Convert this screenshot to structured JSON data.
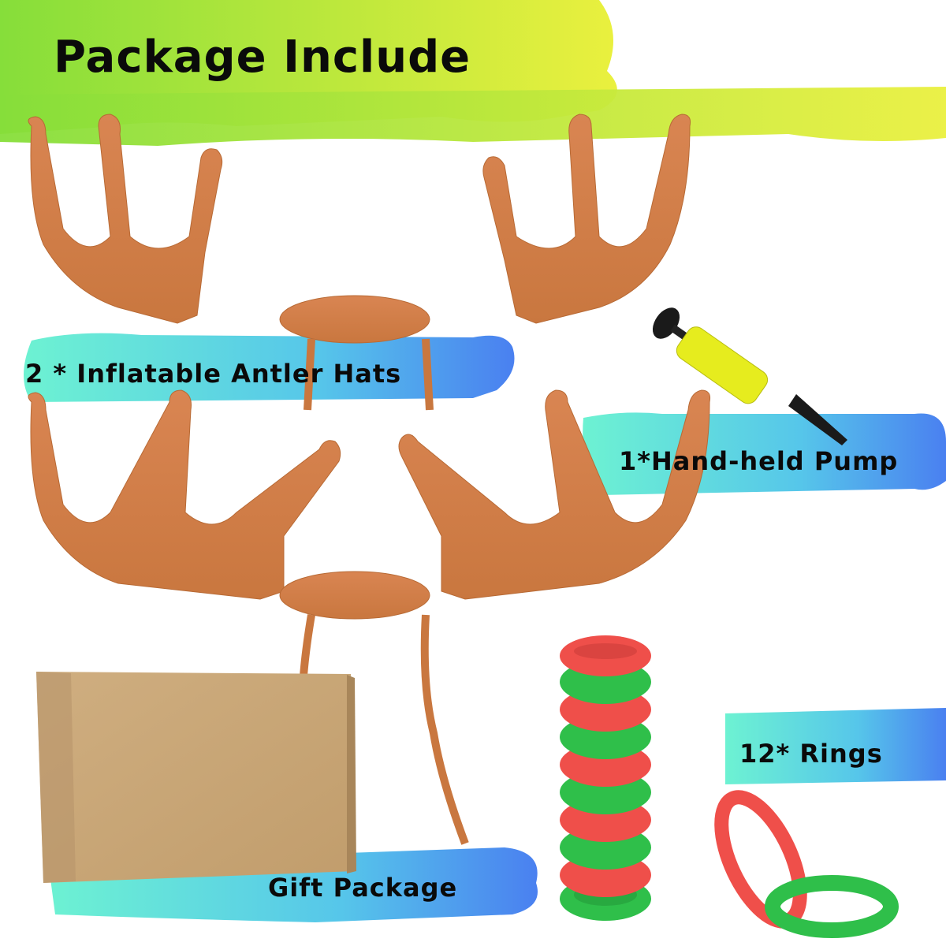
{
  "title": "Package Include",
  "items": [
    {
      "label": "2 * Inflatable Antler Hats",
      "icon": "antler-hat-icon"
    },
    {
      "label": "1*Hand-held Pump",
      "icon": "pump-icon"
    },
    {
      "label": "12* Rings",
      "icon": "ring-icon"
    },
    {
      "label": "Gift Package",
      "icon": "gift-box-icon"
    }
  ],
  "colors": {
    "title_brush_start": "#8fe03a",
    "title_brush_end": "#e6ef3c",
    "label_brush_start": "#6ef0d2",
    "label_brush_end": "#4a86f0",
    "antler": "#d98a55",
    "ring_red": "#ef4f4a",
    "ring_green": "#2fbf4a",
    "pump_yellow": "#e8ee20",
    "box": "#c9a878"
  }
}
